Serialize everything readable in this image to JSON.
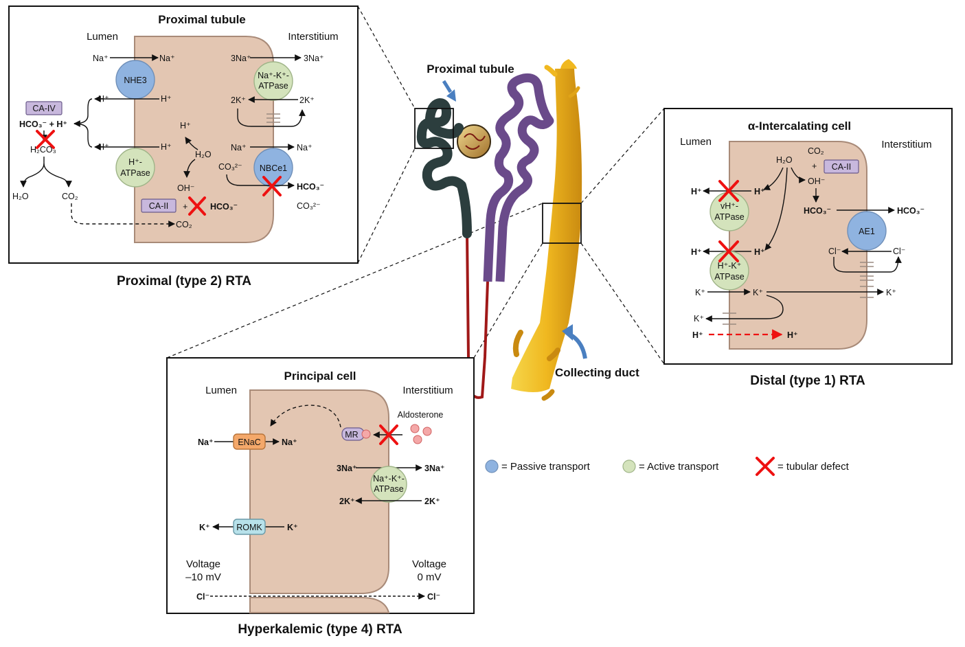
{
  "proximal": {
    "title": "Proximal tubule",
    "lumen": "Lumen",
    "interstitium": "Interstitium",
    "caption": "Proximal (type 2) RTA",
    "nhe3": "NHE3",
    "nakatpase": [
      "Na⁺-K⁺-",
      "ATPase"
    ],
    "hatpase": [
      "H⁺-",
      "ATPase"
    ],
    "nbce1": "NBCe1",
    "ca4": "CA-IV",
    "ca2": "CA-II",
    "na": "Na⁺",
    "h": "H⁺",
    "three_na": "3Na⁺",
    "two_k": "2K⁺",
    "hco3_h": "HCO₃⁻ + H⁺",
    "h2co3": "H₂CO₃",
    "h2o": "H₂O",
    "co2": "CO₂",
    "oh": "OH⁻",
    "co3": "CO₃²⁻",
    "hco3": "HCO₃⁻",
    "plus": "+"
  },
  "distal": {
    "title": "α-Intercalating cell",
    "lumen": "Lumen",
    "interstitium": "Interstitium",
    "caption": "Distal (type 1) RTA",
    "vhatpase": [
      "vH⁺-",
      "ATPase"
    ],
    "hkatpase": [
      "H⁺-K⁺",
      "ATPase"
    ],
    "ae1": "AE1",
    "ca2": "CA-II",
    "co2": "CO₂",
    "plus": "+",
    "h2o": "H₂O",
    "oh": "OH⁻",
    "h": "H⁺",
    "hco3": "HCO₃⁻",
    "cl": "Cl⁻",
    "k": "K⁺"
  },
  "principal": {
    "title": "Principal cell",
    "lumen": "Lumen",
    "interstitium": "Interstitium",
    "caption": "Hyperkalemic (type 4) RTA",
    "aldosterone": "Aldosterone",
    "mr": "MR",
    "enac": "ENaC",
    "romk": "ROMK",
    "nakatpase": [
      "Na⁺-K⁺-",
      "ATPase"
    ],
    "na": "Na⁺",
    "k": "K⁺",
    "three_na": "3Na⁺",
    "two_k": "2K⁺",
    "cl": "Cl⁻",
    "voltage_left": [
      "Voltage",
      "–10 mV"
    ],
    "voltage_right": [
      "Voltage",
      "0 mV"
    ]
  },
  "nephron": {
    "proximal_label": "Proximal tubule",
    "collecting_label": "Collecting duct"
  },
  "legend": {
    "passive": "= Passive transport",
    "active": "= Active transport",
    "defect": "= tubular defect"
  },
  "colors": {
    "cell": "#e3c6b2",
    "cell_stroke": "#a88a78",
    "passive": "#8fb3e0",
    "active": "#d4e3bc",
    "ca_box": "#c8b8dd",
    "enac": "#f4a86a",
    "romk": "#b7e1ea",
    "defect": "#ee1111",
    "blue_arrow": "#4a7fc0",
    "duct": "#f0b820",
    "proximal_tube": "#2c3e3e",
    "loop": "#6a4a8a",
    "thin_limb": "#a01818"
  }
}
